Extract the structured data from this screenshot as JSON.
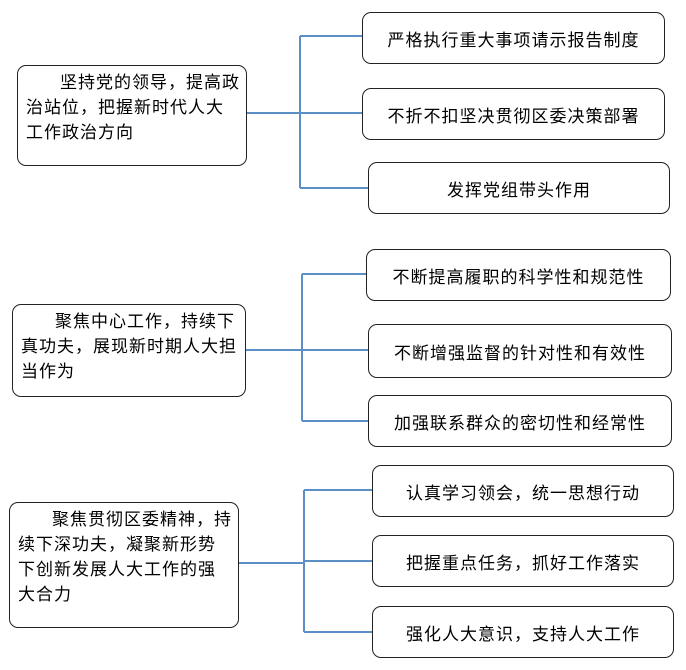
{
  "groups": [
    {
      "main": "坚持党的领导，提高政治站位，把握新时代人大工作政治方向",
      "subs": [
        "严格执行重大事项请示报告制度",
        "不折不扣坚决贯彻区委决策部署",
        "发挥党组带头作用"
      ]
    },
    {
      "main": "聚焦中心工作，持续下真功夫，展现新时期人大担当作为",
      "subs": [
        "不断提高履职的科学性和规范性",
        "不断增强监督的针对性和有效性",
        "加强联系群众的密切性和经常性"
      ]
    },
    {
      "main": "聚焦贯彻区委精神，持续下深功夫，凝聚新形势下创新发展人大工作的强大合力",
      "subs": [
        "认真学习领会，统一思想行动",
        "把握重点任务，抓好工作落实",
        "强化人大意识，支持人大工作"
      ]
    }
  ],
  "colors": {
    "connector": "#5b8fc7",
    "border": "#222222"
  }
}
